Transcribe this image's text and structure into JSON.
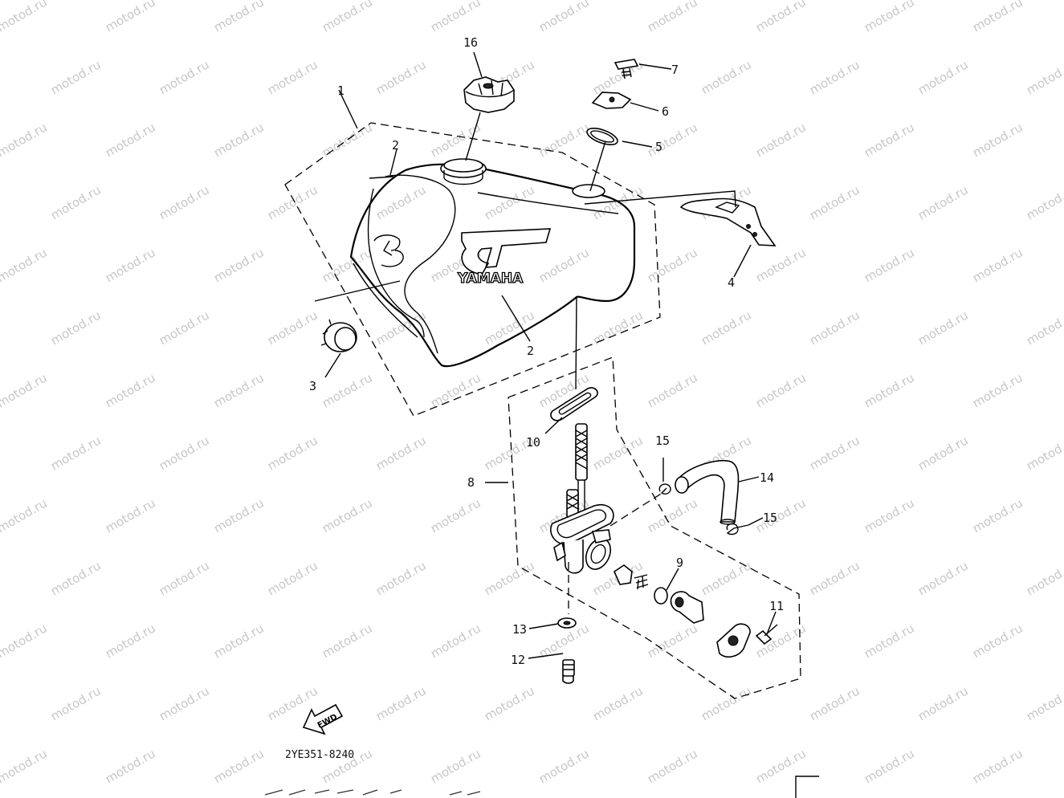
{
  "watermark": "motod.ru",
  "part_code": "2YE351-8240",
  "fwd_label": "FWD",
  "tank_logo": {
    "model": "ST",
    "brand": "YAMAHA"
  },
  "callouts": {
    "c1": "1",
    "c2a": "2",
    "c2b": "2",
    "c3": "3",
    "c4": "4",
    "c5": "5",
    "c6": "6",
    "c7": "7",
    "c8": "8",
    "c9": "9",
    "c10": "10",
    "c11": "11",
    "c12": "12",
    "c13": "13",
    "c14": "14",
    "c15a": "15",
    "c15b": "15",
    "c16": "16"
  }
}
